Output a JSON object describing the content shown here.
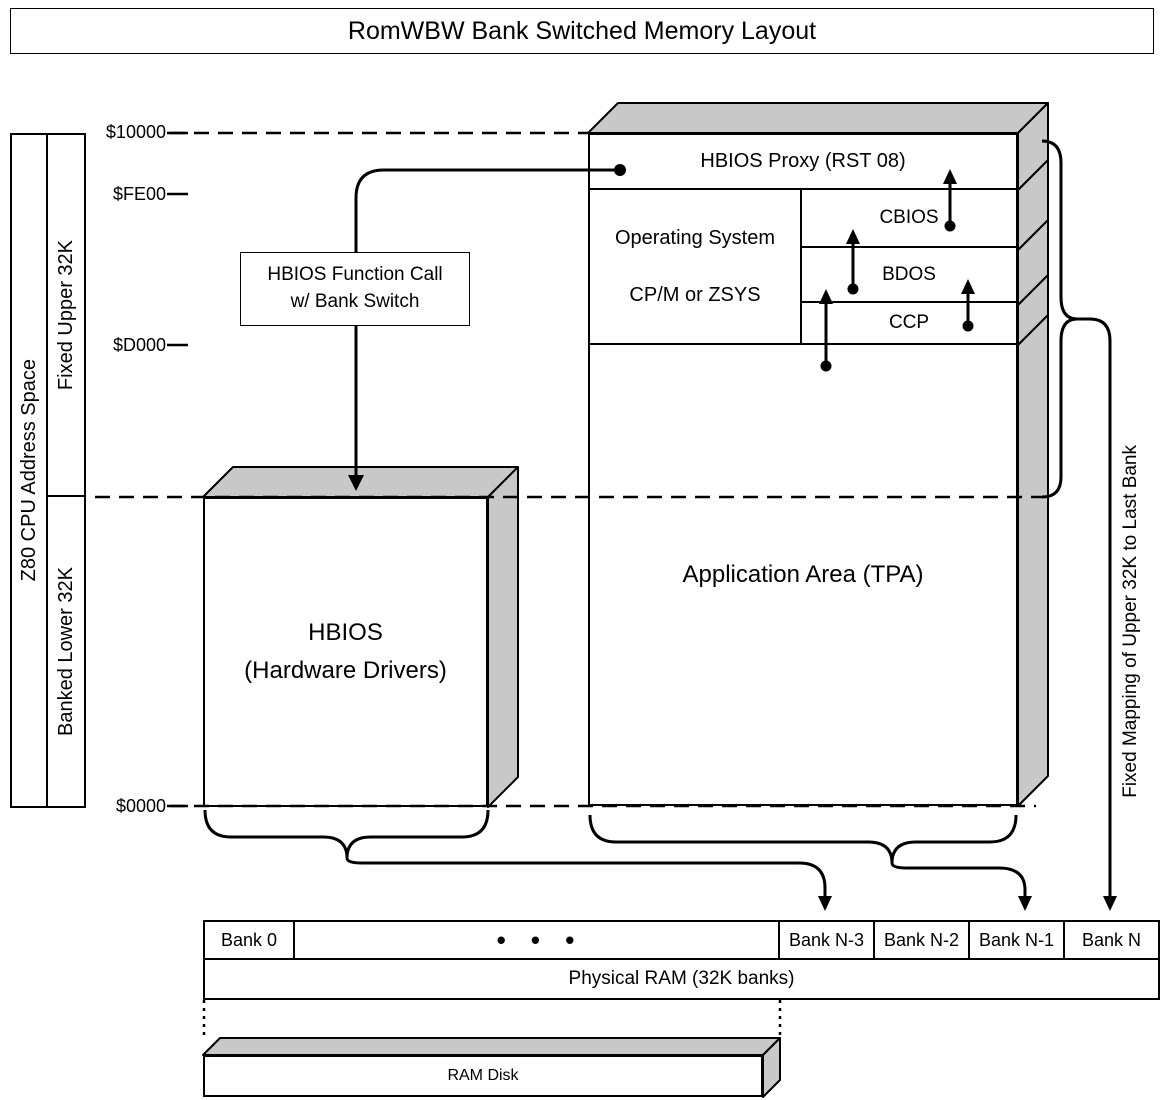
{
  "title": "RomWBW Bank Switched Memory Layout",
  "address_space": {
    "outer": "Z80 CPU Address Space",
    "upper": "Fixed Upper 32K",
    "lower": "Banked Lower 32K"
  },
  "addresses": [
    "$10000",
    "$FE00",
    "$D000",
    "$0000"
  ],
  "call_box": {
    "line1": "HBIOS Function Call",
    "line2": "w/ Bank Switch"
  },
  "memory_map": {
    "proxy": "HBIOS Proxy (RST 08)",
    "os_title": "Operating System",
    "os_name": "CP/M or ZSYS",
    "cbios": "CBIOS",
    "bdos": "BDOS",
    "ccp": "CCP",
    "tpa": "Application Area (TPA)"
  },
  "hbios": {
    "line1": "HBIOS",
    "line2": "(Hardware Drivers)"
  },
  "right_note": "Fixed Mapping of Upper 32K to Last Bank",
  "bank_cells": [
    "Bank 0",
    "•  •  •",
    "Bank N-3",
    "Bank N-2",
    "Bank N-1",
    "Bank N"
  ],
  "physical_ram": "Physical RAM (32K banks)",
  "ram_disk": "RAM Disk",
  "colors": {
    "face_gray": "#c8c8c8",
    "line": "#000000",
    "background": "#ffffff"
  }
}
